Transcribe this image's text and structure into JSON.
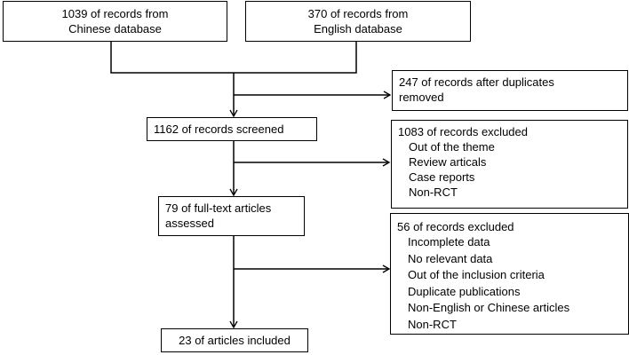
{
  "sources": [
    {
      "line1": "1039 of records from",
      "line2": "Chinese database"
    },
    {
      "line1": "370 of records from",
      "line2": "English database"
    }
  ],
  "duplicates": {
    "line1": "247 of  records after duplicates",
    "line2": "removed"
  },
  "screened": "1162 of records screened",
  "excluded1": {
    "title": "1083 of records excluded",
    "reasons": [
      "Out of the theme",
      "Review articals",
      "Case reports",
      "Non-RCT"
    ]
  },
  "fulltext": {
    "line1": "79 of  full-text articles",
    "line2": "assessed"
  },
  "excluded2": {
    "title": "56 of records excluded",
    "reasons": [
      "Incomplete data",
      "No relevant data",
      "Out of the inclusion criteria",
      "Duplicate publications",
      "Non-English or Chinese articles",
      "Non-RCT"
    ]
  },
  "included": "23  of articles included"
}
